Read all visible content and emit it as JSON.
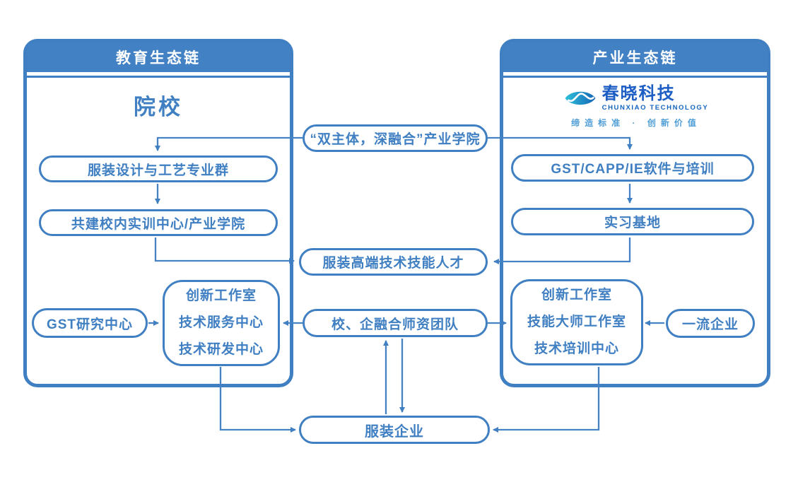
{
  "colors": {
    "primary_blue": "#3f7fc2",
    "panel_header_bg": "#4181c4",
    "logo_name_color": "#1c5ec4",
    "logo_subtitle_color": "#1565c0",
    "logo_tagline_color": "#4f9ed8",
    "logo_gradient_start": "#2fc0d8",
    "logo_gradient_end": "#1566b8"
  },
  "left_panel": {
    "header": "教育生态链",
    "title": "院校",
    "box_major_group": "服装设计与工艺专业群",
    "box_training_center": "共建校内实训中心/产业学院",
    "box_gst_research": "GST研究中心",
    "center_box_lines": [
      "创新工作室",
      "技术服务中心",
      "技术研发中心"
    ]
  },
  "right_panel": {
    "header": "产业生态链",
    "logo": {
      "name": "春晓科技",
      "subtitle": "CHUNXIAO TECHNOLOGY",
      "tagline": "缔造标准 · 创新价值"
    },
    "box_software_training": "GST/CAPP/IE软件与培训",
    "box_internship_base": "实习基地",
    "center_box_lines": [
      "创新工作室",
      "技能大师工作室",
      "技术培训中心"
    ],
    "box_first_class_enterprise": "一流企业"
  },
  "middle": {
    "box_industry_college": "“双主体，深融合”产业学院",
    "box_talent": "服装高端技术技能人才",
    "box_teacher_team": "校、企融合师资团队",
    "box_garment_enterprise": "服装企业"
  }
}
